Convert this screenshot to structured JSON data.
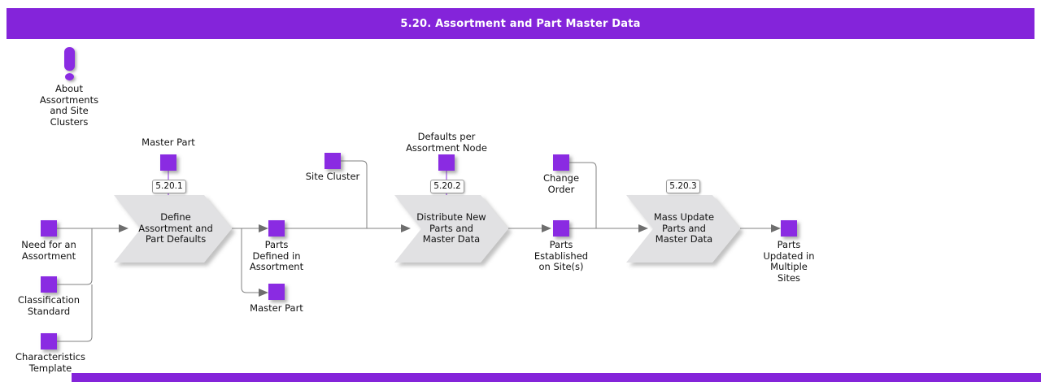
{
  "colors": {
    "primary": "#8424da",
    "icon": "#8a2be2",
    "chevron": "#e1e1e3",
    "line": "#808080",
    "arrow": "#6e6e6e"
  },
  "header": {
    "title": "5.20. Assortment and Part Master Data"
  },
  "about": {
    "icon": "exclamation-icon",
    "label": "About\nAssortments\nand Site\nClusters"
  },
  "inputs": [
    {
      "label": "Need for an\nAssortment"
    },
    {
      "label": "Classification\nStandard"
    },
    {
      "label": "Characteristics\nTemplate"
    }
  ],
  "steps": [
    {
      "badge": "5.20.1",
      "label": "Define\nAssortment and\nPart Defaults"
    },
    {
      "badge": "5.20.2",
      "label": "Distribute New\nParts and\nMaster Data"
    },
    {
      "badge": "5.20.3",
      "label": "Mass Update\nParts and\nMaster Data"
    }
  ],
  "artifacts": {
    "master_part_top": "Master Part",
    "site_cluster": "Site Cluster",
    "defaults_node": "Defaults per\nAssortment Node",
    "parts_defined": "Parts\nDefined in\nAssortment",
    "master_part_out": "Master Part",
    "change_order": "Change\nOrder",
    "parts_established": "Parts\nEstablished\non Site(s)",
    "parts_updated": "Parts\nUpdated in\nMultiple\nSites"
  }
}
